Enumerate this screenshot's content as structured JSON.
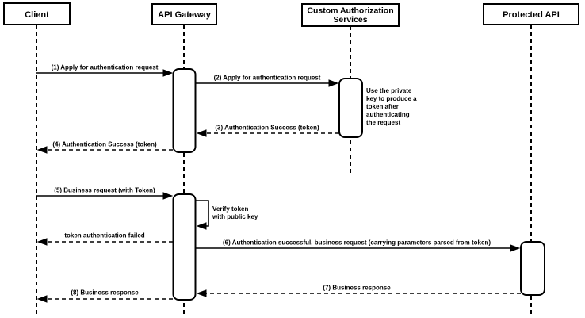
{
  "colors": {
    "stroke": "#000000",
    "fill": "#ffffff",
    "background": "#ffffff"
  },
  "actors": [
    {
      "label": "Client"
    },
    {
      "label": "API Gateway"
    },
    {
      "label_line1": "Custom Authorization",
      "label_line2": "Services"
    },
    {
      "label": "Protected API"
    }
  ],
  "messages": [
    {
      "label": "(1) Apply for authentication request",
      "from": "Client",
      "to": "API Gateway",
      "style": "solid"
    },
    {
      "label": "(2) Apply for authentication request",
      "from": "API Gateway",
      "to": "Custom Authorization Services",
      "style": "solid"
    },
    {
      "label": "(3) Authentication Success (token)",
      "from": "Custom Authorization Services",
      "to": "API Gateway",
      "style": "dashed"
    },
    {
      "label": "(4) Authentication Success (token)",
      "from": "API Gateway",
      "to": "Client",
      "style": "dashed"
    },
    {
      "label": "(5) Business request (with Token)",
      "from": "Client",
      "to": "API Gateway",
      "style": "solid"
    },
    {
      "label": "token authentication failed",
      "from": "API Gateway",
      "to": "Client",
      "style": "dashed"
    },
    {
      "label": "(6) Authentication successful, business request (carrying parameters parsed from token)",
      "from": "API Gateway",
      "to": "Protected API",
      "style": "solid"
    },
    {
      "label": "(7) Business response",
      "from": "Protected API",
      "to": "API Gateway",
      "style": "dashed"
    },
    {
      "label": "(8) Business response",
      "from": "API Gateway",
      "to": "Client",
      "style": "dashed"
    }
  ],
  "self_message": {
    "lines": [
      "Verify token",
      "with public key"
    ],
    "on": "API Gateway"
  },
  "note": {
    "lines": [
      "Use the private",
      "key to produce a",
      "token after",
      "authenticating",
      "the request"
    ],
    "on": "Custom Authorization Services"
  }
}
